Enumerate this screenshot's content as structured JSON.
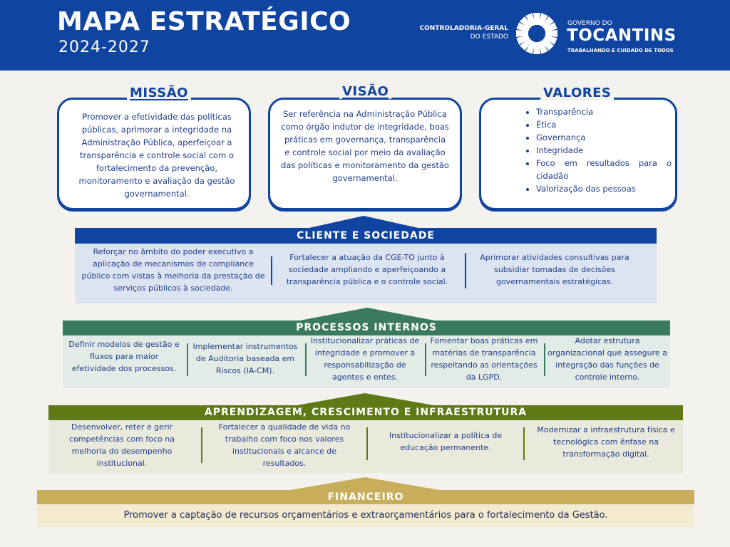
{
  "header": {
    "title": "MAPA ESTRATÉGICO",
    "years": "2024-2027",
    "cge_line1": "CONTROLADORIA-GERAL",
    "cge_line2": "DO ESTADO",
    "gov_line1": "GOVERNO DO",
    "gov_line2": "TOCANTINS",
    "gov_line3": "TRABALHANDO E CUIDADO DE TODOS",
    "logo_icon": "sun-logo-icon"
  },
  "missao": {
    "title": "MISSÃO",
    "text": "Promover a efetividade das políticas públicas, aprimorar a integridade na Administração Pública, aperfeiçoar a transparência e controle social com o fortalecimento da prevenção, monitoramento e avaliação da gestão governamental."
  },
  "visao": {
    "title": "VISÃO",
    "text": "Ser referência na Administração Pública como órgão indutor de integridade, boas práticas em governança, transparência e controle social por meio da avaliação das políticas e monitoramento da gestão governamental."
  },
  "valores": {
    "title": "VALORES",
    "items": [
      "Transparência",
      "Ética",
      "Governança",
      "Integridade",
      "Foco em resultados para o cidadão",
      "Valorização das pessoas"
    ]
  },
  "cliente": {
    "title": "CLIENTE E SOCIEDADE",
    "items": [
      "Reforçar no âmbito do poder executivo a aplicação de mecanismos de compliance público com vistas à melhoria da prestação de serviços públicos à sociedade.",
      "Fortalecer a atuação da CGE-TO junto à sociedade ampliando e aperfeiçoando a transparência pública e o controle social.",
      "Aprimorar atividades consultivas para subsidiar tomadas de decisões governamentais estratégicas."
    ]
  },
  "processos": {
    "title": "PROCESSOS INTERNOS",
    "items": [
      "Definir modelos de gestão e fluxos para maior efetividade dos processos.",
      "Implementar instrumentos de Auditoria baseada em Riscos (IA-CM).",
      "Institucionalizar práticas de integridade e promover a responsabilização de agentes e entes.",
      "Fomentar boas práticas em matérias de transparência respeitando as orientações da LGPD.",
      "Adotar estrutura organizacional que assegure a integração das funções de controle interno."
    ]
  },
  "aprendizagem": {
    "title": "APRENDIZAGEM, CRESCIMENTO E INFRAESTRUTURA",
    "items": [
      "Desenvolver, reter e gerir competências com foco na melhoria do desempenho institucional.",
      "Fortalecer a qualidade de vida no trabalho com foco nos valores institucionais e alcance de resultados.",
      "Institucionalizar a política de educação permanente.",
      "Modernizar a infraestrutura física e tecnológica com ênfase na transformação digital."
    ]
  },
  "financeiro": {
    "title": "FINANCEIRO",
    "text": "Promover a captação de recursos orçamentários e extraorçamentários para o fortalecimento da Gestão."
  },
  "colors": {
    "blue": "#0f44a0",
    "green_dark": "#3a7a5e",
    "olive": "#5e7a14",
    "gold": "#c8ad5a"
  }
}
